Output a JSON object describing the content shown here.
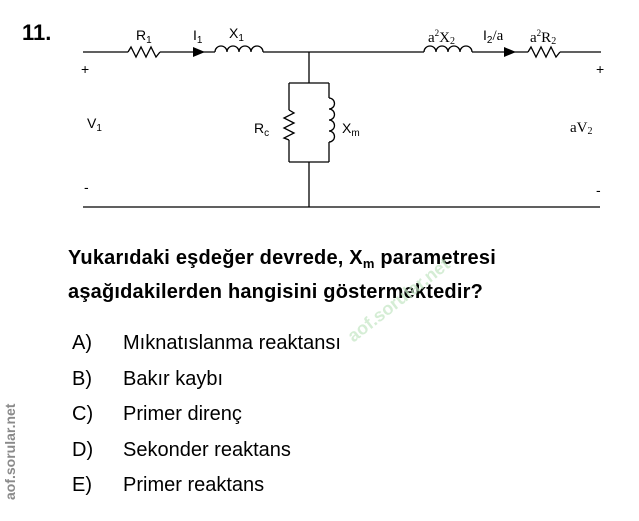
{
  "question": {
    "number": "11.",
    "text_part1": "Yukarıdaki eşdeğer devrede, X",
    "text_sub": "m",
    "text_part2": " parametresi aşağıdakilerden hangisini göstermektedir?"
  },
  "circuit": {
    "labels": {
      "r1": "R",
      "r1_sub": "1",
      "i1": "I",
      "i1_sub": "1",
      "x1": "X",
      "x1_sub": "1",
      "rc": "R",
      "rc_sub": "c",
      "xm": "X",
      "xm_sub": "m",
      "v1": "V",
      "v1_sub": "1",
      "a2x2_a": "a",
      "a2x2_sup": "2",
      "a2x2_x": "X",
      "a2x2_sub": "2",
      "i2a_i": "I",
      "i2a_sub": "2",
      "i2a_rest": "/a",
      "a2r2_a": "a",
      "a2r2_sup": "2",
      "a2r2_r": "R",
      "a2r2_sub": "2",
      "av2_a": "a",
      "av2_v": "V",
      "av2_sub": "2",
      "plus_left": "+",
      "minus_left": "-",
      "plus_right": "+",
      "minus_right": "-"
    }
  },
  "options": [
    {
      "letter": "A)",
      "text": "Mıknatıslanma reaktansı"
    },
    {
      "letter": "B)",
      "text": "Bakır kaybı"
    },
    {
      "letter": "C)",
      "text": "Primer direnç"
    },
    {
      "letter": "D)",
      "text": "Sekonder reaktans"
    },
    {
      "letter": "E)",
      "text": "Primer reaktans"
    }
  ],
  "watermarks": {
    "diagonal": "aof.sorular.net",
    "vertical": "aof.sorular.net"
  }
}
